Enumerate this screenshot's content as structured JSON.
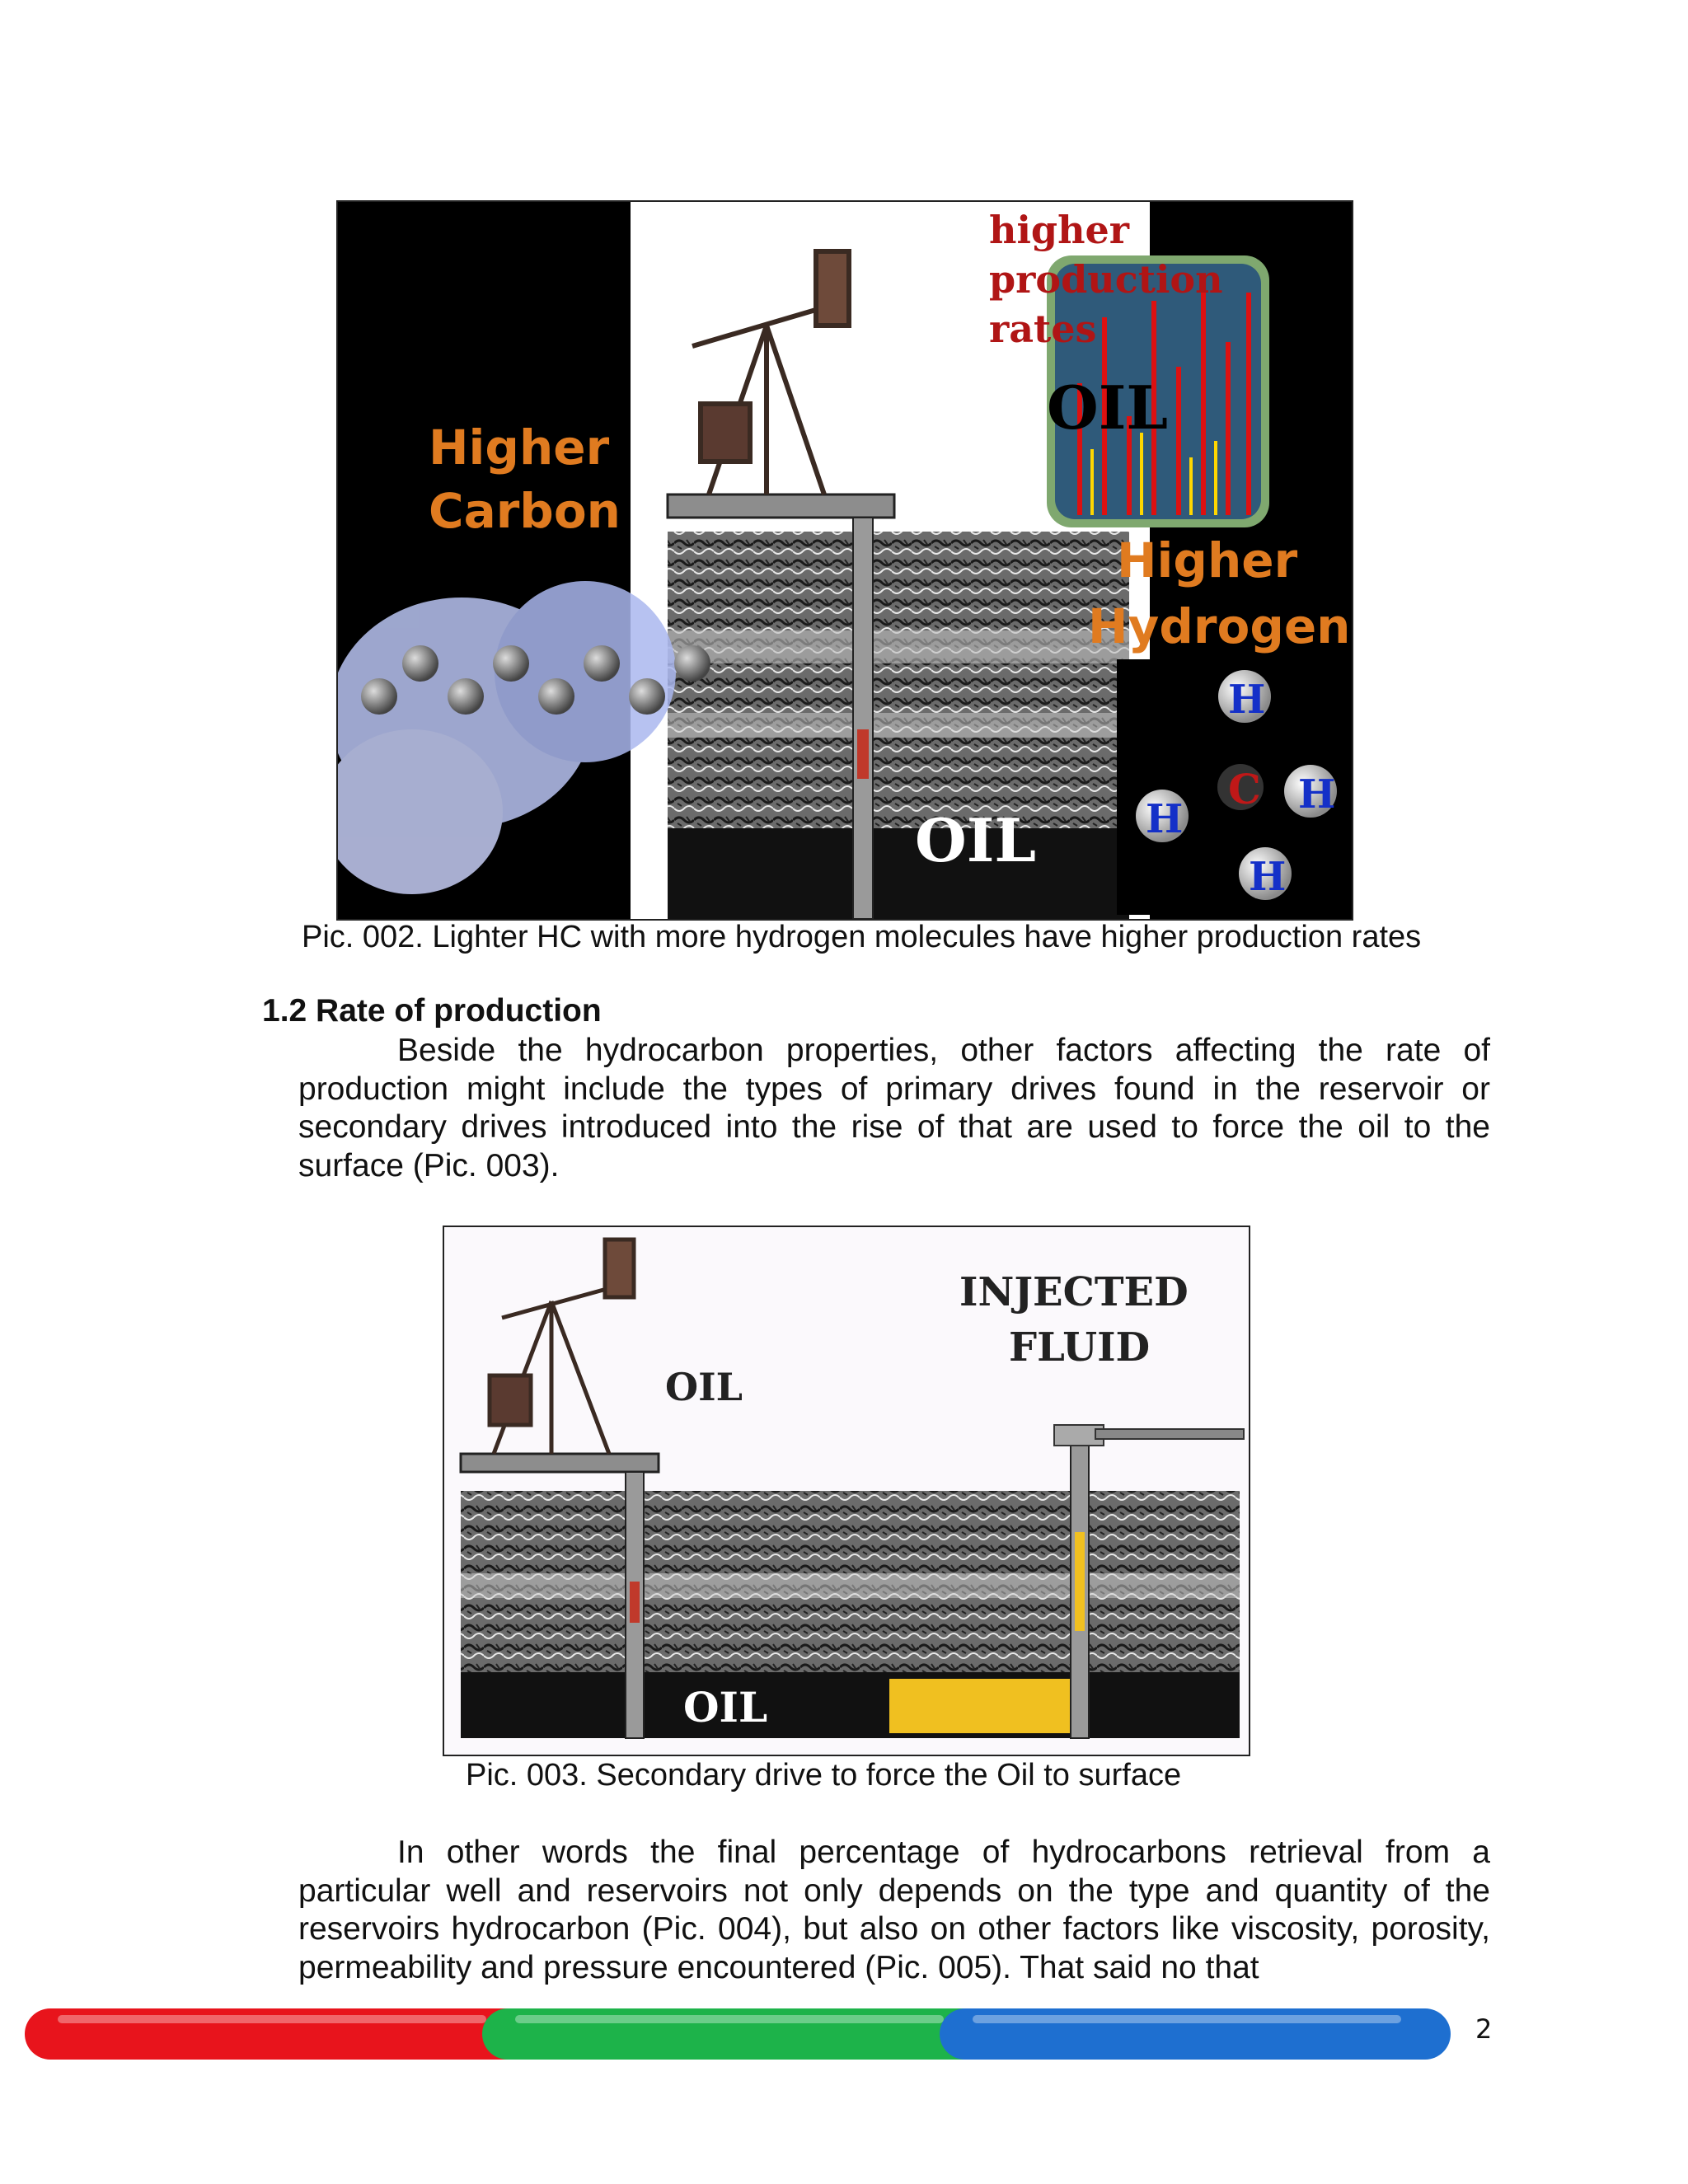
{
  "figure1": {
    "labels": {
      "higher_carbon": [
        "Higher",
        "Carbon"
      ],
      "higher_hydrogen": [
        "Higher",
        "Hydrogen"
      ],
      "higher_production_rates": [
        "higher",
        "production",
        "rates"
      ],
      "oil_top": "OIL",
      "oil_bottom": "OIL",
      "atom_h": "H",
      "atom_c": "C"
    },
    "caption": "Pic. 002. Lighter HC with more hydrogen molecules have higher production rates"
  },
  "section": {
    "heading": "1.2 Rate of production",
    "paragraph": "Beside the hydrocarbon properties, other factors affecting the rate of production might include the types of primary drives found in the reservoir or secondary drives introduced into the rise of that are used to force the oil to the surface (Pic. 003)."
  },
  "figure2": {
    "labels": {
      "injected_fluid": [
        "INJECTED",
        "FLUID"
      ],
      "oil_top": "OIL",
      "oil_bottom": "OIL"
    },
    "caption": "Pic. 003. Secondary drive to force the Oil to surface"
  },
  "paragraph2": "In other words the final percentage of hydrocarbons retrieval from a particular well and reservoirs not only depends on the type and quantity of the reservoirs hydrocarbon (Pic. 004), but also on other factors like viscosity, porosity, permeability and pressure encountered (Pic. 005).  That said no that",
  "footer": {
    "page_number": "2",
    "bar_colors": [
      "#e8141c",
      "#1db34a",
      "#1e6fd0"
    ]
  }
}
